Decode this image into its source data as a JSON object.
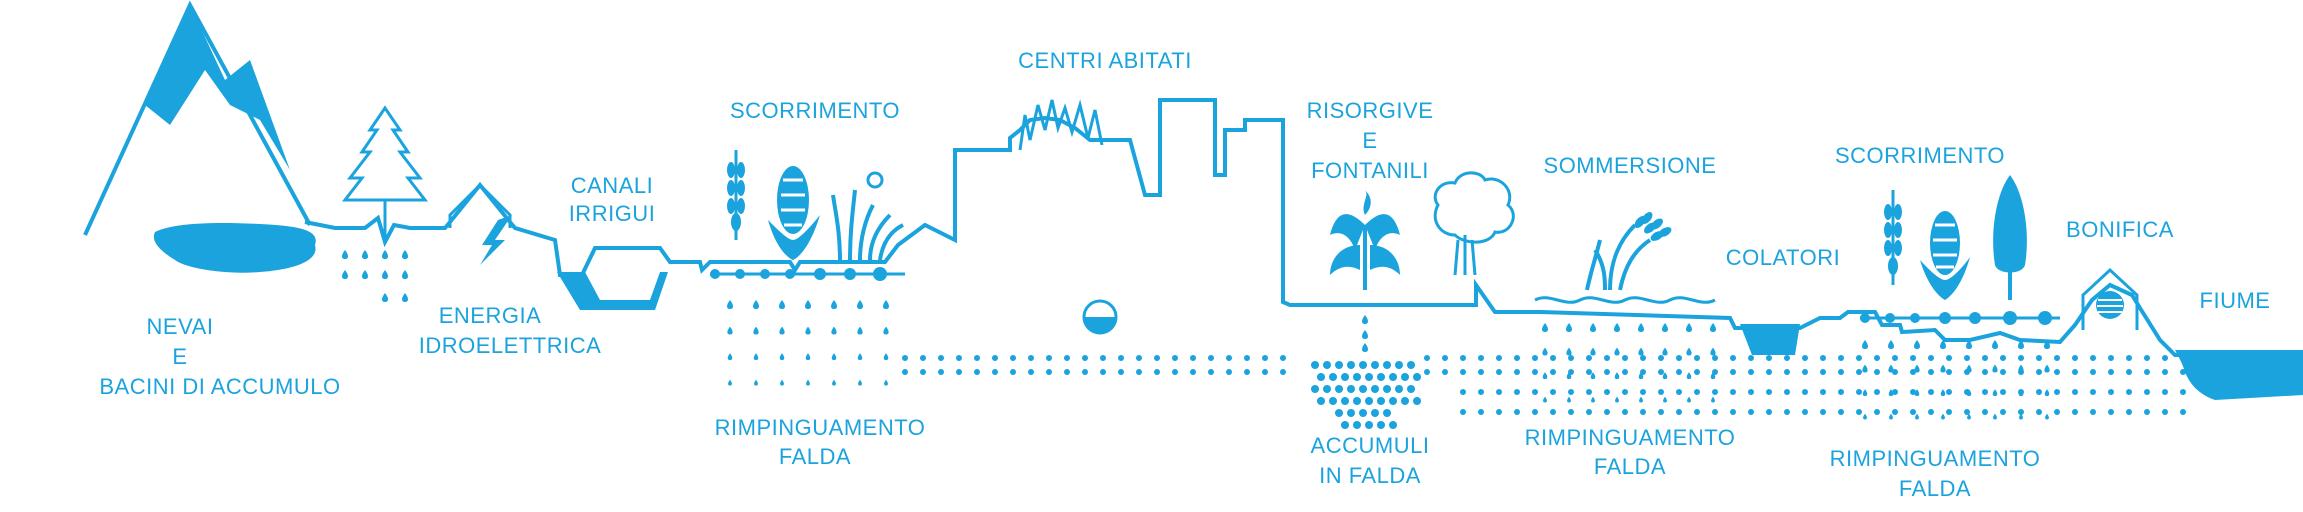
{
  "labels": {
    "nevai_1": "NEVAI",
    "nevai_2": "E",
    "nevai_3": "BACINI DI ACCUMULO",
    "energia_1": "ENERGIA",
    "energia_2": "IDROELETTRICA",
    "canali_1": "CANALI",
    "canali_2": "IRRIGUI",
    "scorrimento_a": "SCORRIMENTO",
    "rimp_a_1": "RIMPINGUAMENTO",
    "rimp_a_2": "FALDA",
    "centri": "CENTRI ABITATI",
    "risorgive_1": "RISORGIVE",
    "risorgive_2": "E",
    "risorgive_3": "FONTANILI",
    "accumuli_1": "ACCUMULI",
    "accumuli_2": "IN FALDA",
    "sommersione": "SOMMERSIONE",
    "rimp_b_1": "RIMPINGUAMENTO",
    "rimp_b_2": "FALDA",
    "colatori": "COLATORI",
    "scorrimento_b": "SCORRIMENTO",
    "rimp_c_1": "RIMPINGUAMENTO",
    "rimp_c_2": "FALDA",
    "bonifica": "BONIFICA",
    "fiume": "FIUME"
  },
  "colors": {
    "primary_blue": "#1ba3dd",
    "background": "#ffffff"
  },
  "icons": [
    "mountain-icon",
    "lake-icon",
    "fir-tree-icon",
    "power-plant-icon",
    "lightning-icon",
    "canal-icon",
    "wheat-icon",
    "corn-icon",
    "grass-icon",
    "city-icon",
    "well-icon",
    "spring-fountain-icon",
    "tree-icon",
    "rice-icon",
    "poplar-icon",
    "pump-house-icon",
    "river-icon"
  ]
}
